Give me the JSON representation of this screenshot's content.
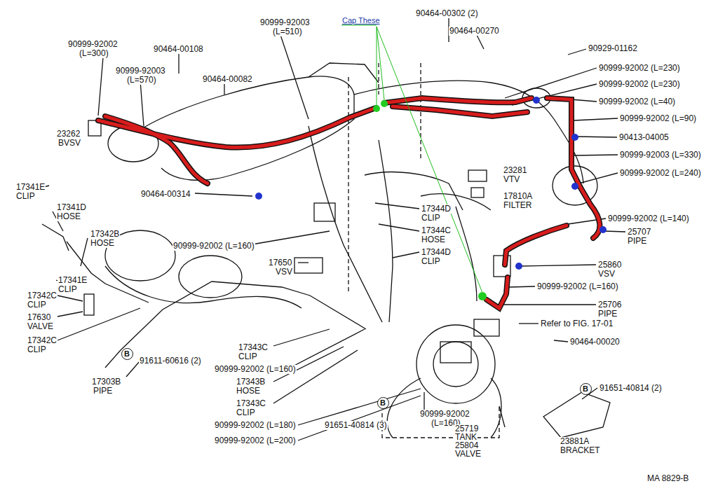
{
  "diagram": {
    "nodes": [
      {
        "text": [
          "B"
        ]
      },
      {
        "text": [
          "B"
        ]
      },
      {
        "text": [
          "B"
        ]
      }
    ],
    "labels": [
      "Cap These",
      "90464-00302 (2)",
      "90464-00270",
      "90929-01162",
      "90999-92002",
      "(L=300)",
      "90464-00108",
      "90999-92003",
      "(L=510)",
      "90999-92003",
      "(L=570)",
      "90464-00082",
      "90999-92002 (L=230)",
      "90999-92002 (L=230)",
      "90999-92002 (L=40)",
      "90999-92002 (L=90)",
      "90413-04005",
      "90999-92003 (L=330)",
      "90999-92002 (L=240)",
      "23262",
      "BVSV",
      "23281",
      "VTV",
      "17810A",
      "FILTER",
      "17341E",
      "CLIP",
      "90464-00314",
      "17341D",
      "HOSE",
      "17344D",
      "CLIP",
      "90999-92002 (L=140)",
      "17342B",
      "HOSE",
      "17344C",
      "HOSE",
      "25707",
      "PIPE",
      "90999-92002 (L=160)",
      "17344D",
      "CLIP",
      "17650",
      "VSV",
      "25860",
      "VSV",
      "17341E",
      "CLIP",
      "17342C",
      "CLIP",
      "90999-92002 (L=160)",
      "25706",
      "PIPE",
      "17630",
      "VALVE",
      "Refer to FIG. 17-01",
      "17342C",
      "CLIP",
      "90464-00020",
      "17343C",
      "CLIP",
      "91611-60616 (2)",
      "17303B",
      "PIPE",
      "90999-92002 (L=160)",
      "17343B",
      "HOSE",
      "91651-40814 (2)",
      "17343C",
      "CLIP",
      "90999-92002",
      "(L=160)",
      "90999-92002 (L=180)",
      "25719",
      "TANK",
      "91651-40814 (3)",
      "90999-92002 (L=200)",
      "25804",
      "VALVE",
      "23881A",
      "BRACKET",
      "MA 8829-B"
    ]
  }
}
